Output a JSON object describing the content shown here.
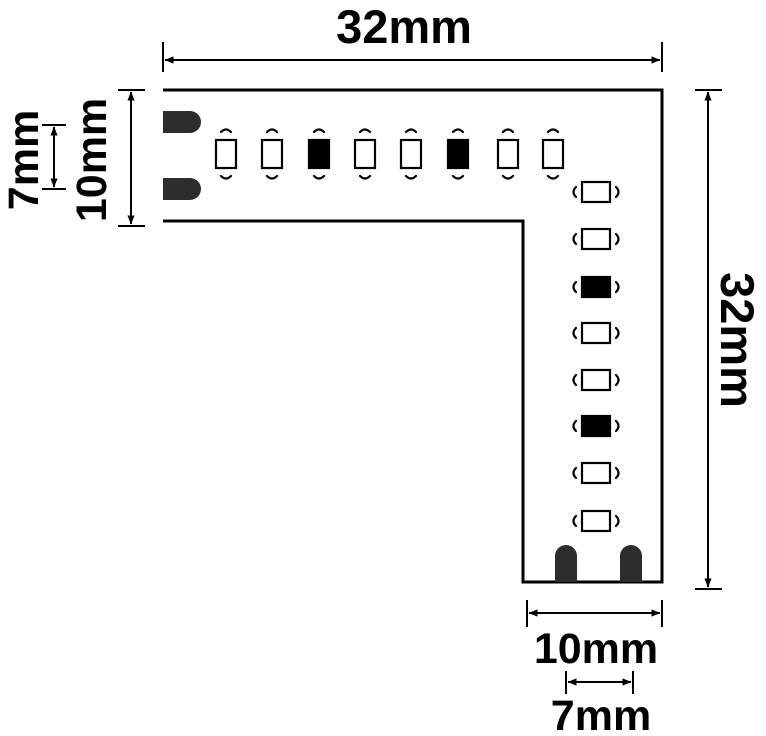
{
  "dimensions": {
    "top_width": "32mm",
    "right_height": "32mm",
    "left_height": "10mm",
    "left_pad_spacing": "7mm",
    "bottom_width": "10mm",
    "bottom_pad_spacing": "7mm"
  },
  "led_pattern": {
    "horizontal": [
      "clear",
      "clear",
      "filled",
      "clear",
      "clear",
      "filled",
      "clear",
      "clear"
    ],
    "vertical": [
      "clear",
      "clear",
      "filled",
      "clear",
      "clear",
      "filled",
      "clear",
      "clear"
    ]
  },
  "colors": {
    "line": "#000000",
    "pad": "#2d2d2d",
    "background": "#ffffff"
  }
}
